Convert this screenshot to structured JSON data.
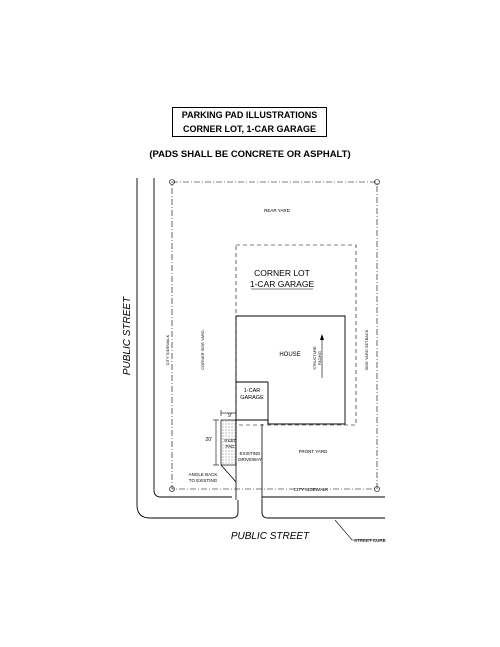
{
  "title": {
    "line1": "PARKING PAD ILLUSTRATIONS",
    "line2": "CORNER LOT, 1-CAR GARAGE"
  },
  "subtitle": "(PADS SHALL BE CONCRETE OR ASPHALT)",
  "labels": {
    "rear_yard": "REAR YARD",
    "corner_lot_1": "CORNER LOT",
    "corner_lot_2": "1-CAR GARAGE",
    "city_sidewalk_vertical": "CITY SIDEWALK",
    "corner_side_yard": "CORNER SIDE YARD",
    "house": "HOUSE",
    "structure_facing": "STRUCTURE\nFACING",
    "side_yard_setback": "SIDE YARD SETBACK",
    "garage_1": "1-CAR",
    "garage_2": "GARAGE",
    "dim_width": "9'",
    "dim_length": "20'",
    "pad_1": "9'x20'",
    "pad_2": "PAD",
    "existing_1": "EXISTING",
    "existing_2": "DRIVEWAY",
    "front_yard": "FRONT YARD",
    "angle_back_1": "ANGLE BACK",
    "angle_back_2": "TO EXISTING",
    "city_sidewalk_horizontal": "CITY SIDEWALK",
    "public_street_vertical": "PUBLIC STREET",
    "public_street_horizontal": "PUBLIC STREET",
    "street_curb": "STREET CURB"
  }
}
